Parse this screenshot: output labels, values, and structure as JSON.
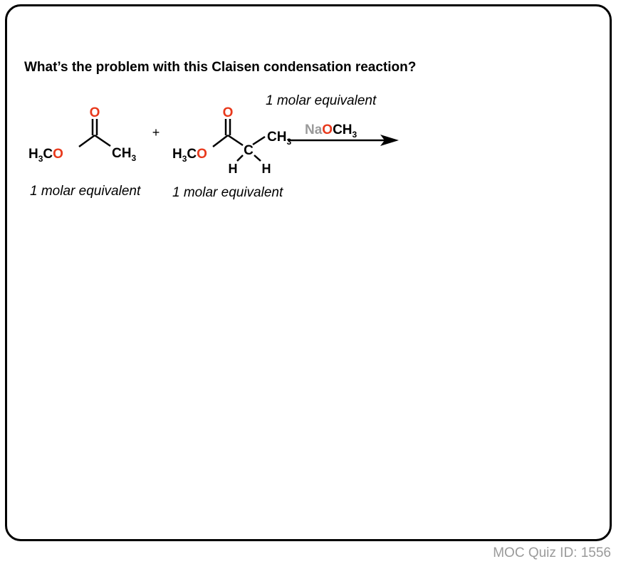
{
  "question": "What’s the problem with this Claisen condensation reaction?",
  "reactant1": {
    "label": "1 molar equivalent"
  },
  "reactant2": {
    "label": "1 molar equivalent"
  },
  "plus_sign": "+",
  "reagent": {
    "label": "1 molar equivalent"
  },
  "atoms": {
    "O": "O",
    "C": "C",
    "H": "H",
    "CH": "CH",
    "Na": "Na",
    "three": "3"
  },
  "footer": {
    "quiz_id": "MOC Quiz ID: 1556"
  },
  "colors": {
    "oxygen": "#e8391c",
    "sodium": "#9a9a9a",
    "bond": "#000000",
    "footer": "#9a9a9a"
  }
}
